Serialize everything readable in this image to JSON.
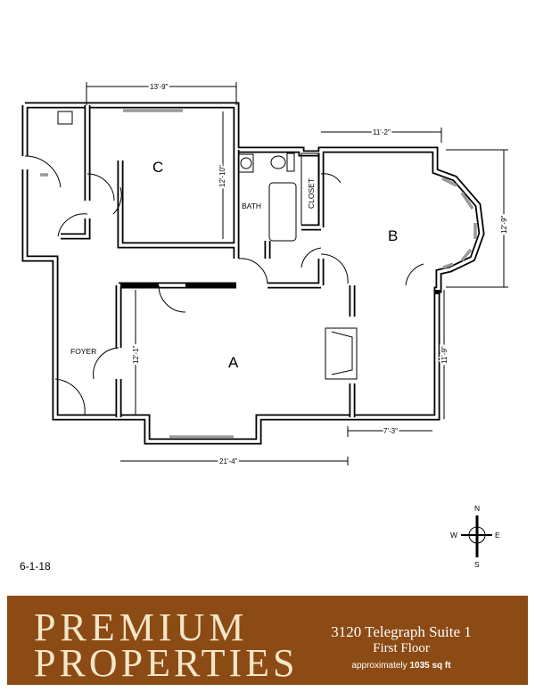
{
  "rooms": {
    "a": "A",
    "b": "B",
    "c": "C",
    "bath": "BATH",
    "closet": "CLOSET",
    "foyer": "FOYER"
  },
  "dimensions": {
    "room_c_width": "13'-9\"",
    "room_c_depth": "12'-10\"",
    "room_b_width": "11'-2\"",
    "room_b_depth": "12'-9\"",
    "room_a_width": "21'-4\"",
    "room_a_depth": "12'-1\"",
    "side_room_depth": "11'-9\"",
    "side_room_width": "7'-3\""
  },
  "compass": {
    "n": "N",
    "s": "S",
    "e": "E",
    "w": "W"
  },
  "date": "6-1-18",
  "banner": {
    "brand_line1": "PREMIUM",
    "brand_line2": "PROPERTIES",
    "address": "3120 Telegraph Suite 1",
    "floor": "First Floor",
    "area_prefix": "approximately",
    "area_value": "1035 sq ft",
    "color": "#8c4a14"
  }
}
